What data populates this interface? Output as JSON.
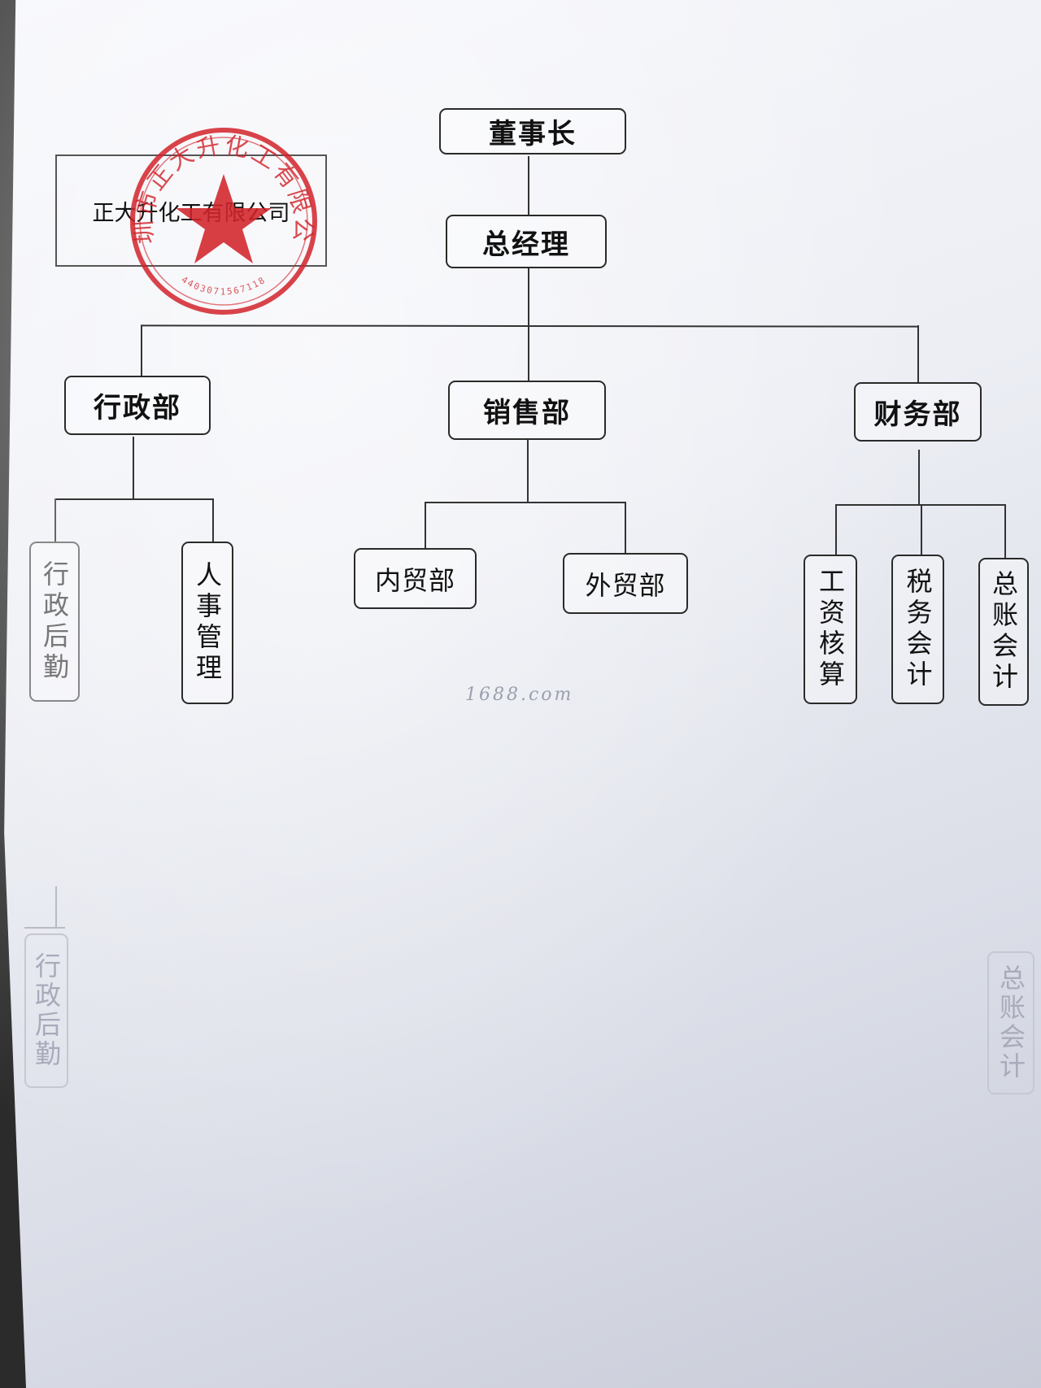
{
  "company": {
    "name": "正大升化工有限公司",
    "seal_text": "深圳市正大升化工有限公司",
    "seal_number": "4403071567118"
  },
  "org": {
    "chairman": "董事长",
    "general_manager": "总经理",
    "departments": {
      "admin": {
        "label": "行政部",
        "children": [
          "行政后勤",
          "人事管理"
        ]
      },
      "sales": {
        "label": "销售部",
        "children": [
          "内贸部",
          "外贸部"
        ]
      },
      "finance": {
        "label": "财务部",
        "children": [
          "工资核算",
          "税务会计",
          "总账会计"
        ]
      }
    }
  },
  "ghost_labels": {
    "left": "行政后勤",
    "right": "总账会计"
  },
  "watermark": "1688.com",
  "colors": {
    "seal": "#d2232a",
    "line": "#333333"
  }
}
